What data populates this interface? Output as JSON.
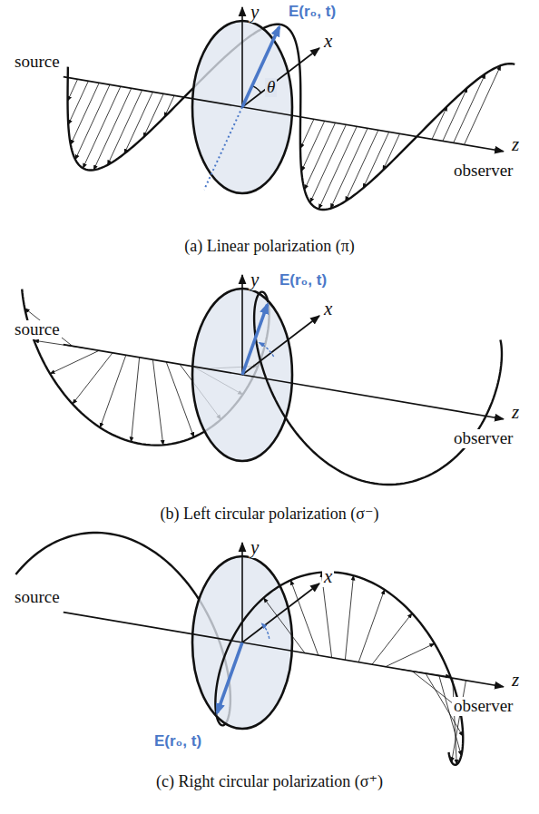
{
  "diagram": {
    "labels": [
      "y",
      "E(r₀, t)",
      "source",
      "x",
      "θ",
      "z",
      "observer",
      "(a) Linear polarization (π)",
      "y",
      "E(r₀, t)",
      "source",
      "x",
      "z",
      "observer",
      "(b) Left circular polarization (σ⁻)",
      "y",
      "source",
      "x",
      "z",
      "observer",
      "E(r₀, t)",
      "(c) Right circular polarization (σ⁺)"
    ]
  }
}
